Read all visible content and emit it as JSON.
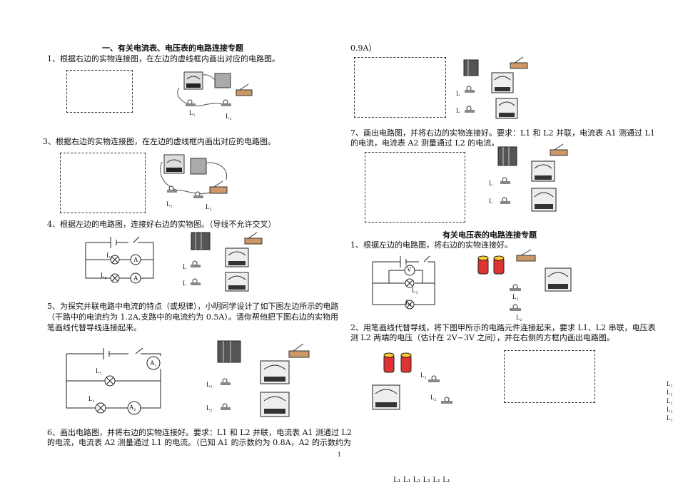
{
  "left": {
    "title": "一、有关电流表、电压表的电路连接专题",
    "q1": "1、根据右边的实物连接图，在左边的虚线框内画出对应的电路图。",
    "q3": "3、根据右边的实物连接图，在左边的虚线框内画出对应的电路图。",
    "q4": "4、根据左边的电路图，连接好右边的实物图。（导线不允许交叉）",
    "q5_line1": "5、为探究并联电路中电流的特点（或规律），小明同学设计了如下图左边所示的电路",
    "q5_line2": "（干路中的电流约为 1.2A,支路中的电流约为 0.5A）。请你帮他把下图右边的实物用",
    "q5_line3": "笔画线代替导线连接起来。",
    "q6_line1": "6、画出电路图，并将右边的实物连接好。要求：L1 和 L2 并联，电流表 A1 测通过 L2",
    "q6_line2": "的电流，电流表 A2 测量通过 L1 的电流。（已知 A1 的示数约为 0.8A，A2 的示数约为"
  },
  "right": {
    "q6_cont": "0.9A）",
    "q7_line1": "7、画出电路图，并将右边的实物连接好。要求：L1 和 L2 并联，电流表 A1 测通过 L1",
    "q7_line2": "的电流，电流表 A2 测量通过 L2 的电流。",
    "section2_title": "有关电压表的电路连接专题",
    "v1": "1、根据左边的电路图，将右边的实物连接好。",
    "v2_line1": "2、用笔画线代替导线，将下图甲所示的电路元件连接起来，要求 L1、L2 串联，电压表",
    "v2_line2": "测 L2 两端的电压（估计在 2V~3V 之间），并在右侧的方框内画出电路图。"
  },
  "labels": {
    "L1": "L₁",
    "L2": "L₂",
    "L": "L",
    "A": "A",
    "A1": "A₁",
    "A2": "A₂",
    "V": "V"
  },
  "page_number": "1",
  "edge_labels": [
    "L₁",
    "L₁",
    "L₁",
    "L₁",
    "L₁"
  ],
  "bottom_labels": "L₁ L₁ L₁ L₁ L₁ L₁"
}
